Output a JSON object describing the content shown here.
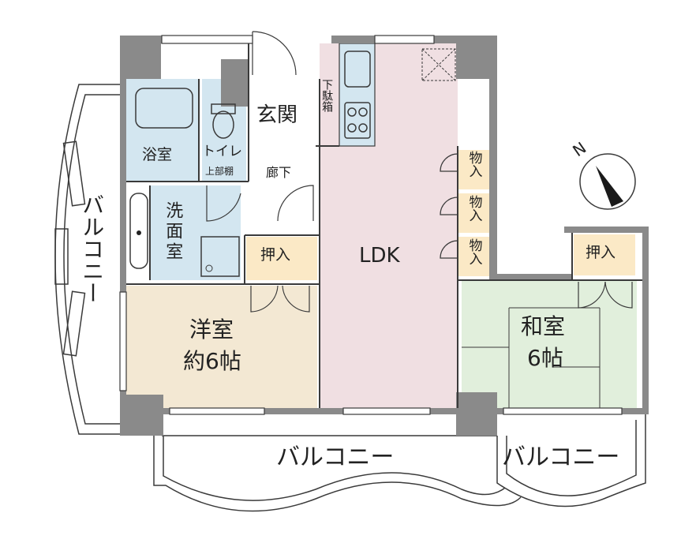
{
  "colors": {
    "wall": "#8a8a8a",
    "ldk": "#f0dfe2",
    "western": "#f3e8d3",
    "japanese": "#e1efdc",
    "wet": "#d3e6f0",
    "storage": "#fbe9c6",
    "line": "#3a3a3a"
  },
  "rooms": {
    "genkan": "玄関",
    "getabako": "下駄箱",
    "bath": "浴室",
    "toilet": "トイレ",
    "upper_shelf": "上部棚",
    "corridor": "廊下",
    "washroom": "洗面室",
    "closet_west": "押入",
    "closet_jp": "押入",
    "storage_1": "物入",
    "storage_2": "物入",
    "storage_3": "物入",
    "ldk": "LDK",
    "western_name": "洋室",
    "western_size": "約6帖",
    "japanese_name": "和室",
    "japanese_size": "6帖",
    "balcony_left": "バルコニー",
    "balcony_bottom": "バルコニー",
    "balcony_right": "バルコニー"
  },
  "compass": {
    "label": "N",
    "icon": "compass-icon"
  }
}
